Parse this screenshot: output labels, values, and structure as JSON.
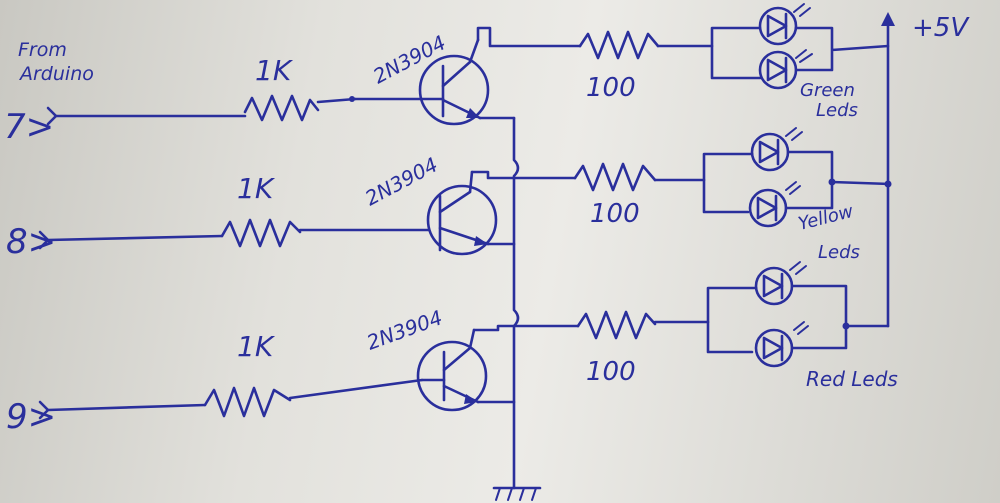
{
  "source_label": {
    "line1": "From",
    "line2": "Arduino"
  },
  "supply_label": "+5V",
  "inputs": [
    {
      "pin": "7>"
    },
    {
      "pin": "8>"
    },
    {
      "pin": "9>"
    }
  ],
  "base_resistors": [
    "1K",
    "1K",
    "1K"
  ],
  "transistors": [
    "2N3904",
    "2N3904",
    "2N3904"
  ],
  "led_resistors": [
    "100",
    "100",
    "100"
  ],
  "led_groups": [
    {
      "line1": "Green",
      "line2": "Leds"
    },
    {
      "line1": "Yellow",
      "line2": "Leds"
    },
    {
      "line1": "Red Leds",
      "line2": ""
    }
  ]
}
